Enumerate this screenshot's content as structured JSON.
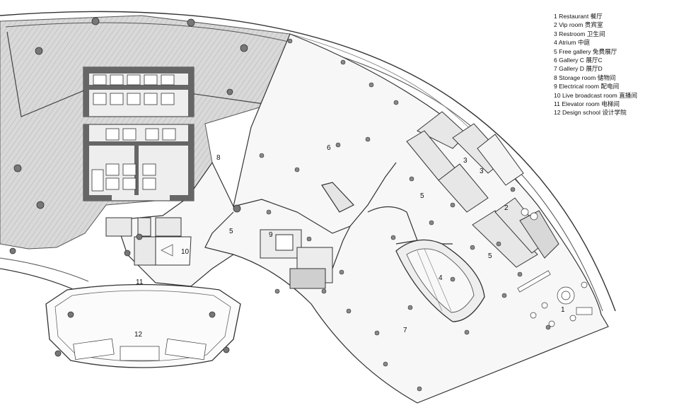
{
  "legend": [
    "1 Restaurant 餐厅",
    "2 Vip room 贵宾室",
    "3 Restroom 卫生间",
    "4 Atrium 中庭",
    "5 Free gallery 免费展厅",
    "6 Gallery C 展厅C",
    "7 Gallery D 展厅D",
    "8 Storage room 储物间",
    "9 Electrical room 配电间",
    "10 Live broadcast room 直播间",
    "11 Elevator room 电梯间",
    "12 Design school 设计学院"
  ],
  "zones": {
    "z1": "1",
    "z2": "2",
    "z3a": "3",
    "z3b": "3",
    "z4": "4",
    "z5a": "5",
    "z5b": "5",
    "z5c": "5",
    "z6": "6",
    "z7": "7",
    "z8": "8",
    "z9": "9",
    "z10": "10",
    "z11": "11",
    "z12": "12"
  }
}
